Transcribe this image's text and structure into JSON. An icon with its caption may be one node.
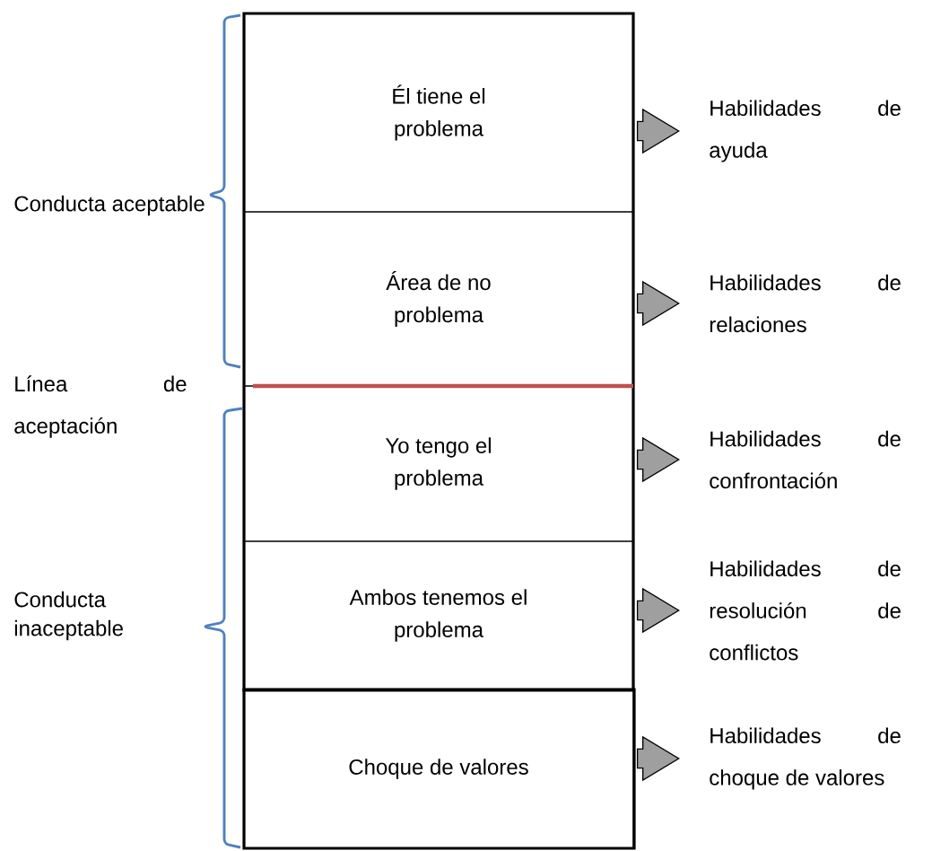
{
  "diagram": {
    "nodes": [
      {
        "text": [
          "Él tiene el problema"
        ]
      },
      {
        "text": [
          "Área de no problema"
        ]
      },
      {
        "text": [
          "Yo tengo el problema"
        ]
      },
      {
        "text": [
          "Ambos tenemos el problema"
        ]
      },
      {
        "text": [
          "Choque de valores"
        ]
      },
      {
        "text": [
          "Habilidades de ayuda"
        ]
      },
      {
        "text": [
          "Habilidades de relaciones"
        ]
      },
      {
        "text": [
          "Habilidades de confrontación"
        ]
      },
      {
        "text": [
          "Habilidades de resolución de conflictos"
        ]
      },
      {
        "text": [
          "Habilidades de choque de valores"
        ]
      }
    ],
    "edges": [
      {
        "from": 0,
        "to": 5,
        "arrow": "to",
        "style": "thick"
      },
      {
        "from": 1,
        "to": 6,
        "arrow": "to",
        "style": "thick"
      },
      {
        "from": 2,
        "to": 7,
        "arrow": "to",
        "style": "thick"
      },
      {
        "from": 3,
        "to": 8,
        "arrow": "to",
        "style": "thick"
      },
      {
        "from": 4,
        "to": 9,
        "arrow": "to",
        "style": "thick"
      }
    ],
    "labels": [
      "Conducta aceptable",
      "Línea de aceptación",
      "Conducta inaceptable"
    ]
  }
}
